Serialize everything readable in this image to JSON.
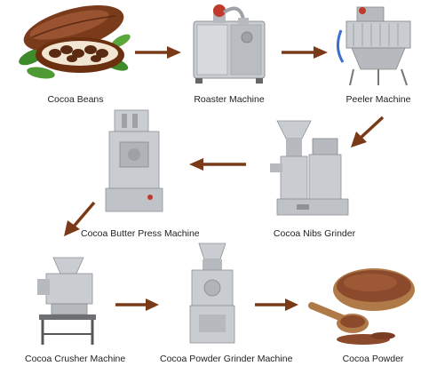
{
  "steps": [
    {
      "id": "cocoa-beans",
      "label": "Cocoa Beans"
    },
    {
      "id": "roaster-machine",
      "label": "Roaster  Machine"
    },
    {
      "id": "peeler-machine",
      "label": "Peeler Machine"
    },
    {
      "id": "cocoa-nibs-grinder",
      "label": "Cocoa Nibs Grinder"
    },
    {
      "id": "cocoa-butter-press-machine",
      "label": "Cocoa Butter Press Machine"
    },
    {
      "id": "cocoa-crusher-machine",
      "label": "Cocoa Crusher Machine"
    },
    {
      "id": "cocoa-powder-grinder-machine",
      "label": "Cocoa Powder Grinder Machine"
    },
    {
      "id": "cocoa-powder",
      "label": "Cocoa  Powder"
    }
  ],
  "colors": {
    "arrow": "#7a3a18",
    "steel": "#c9ccd0",
    "cocoa": "#6b3a1f",
    "powder": "#8c4a2c",
    "leaf": "#3f8a2a",
    "label": "#222222"
  }
}
